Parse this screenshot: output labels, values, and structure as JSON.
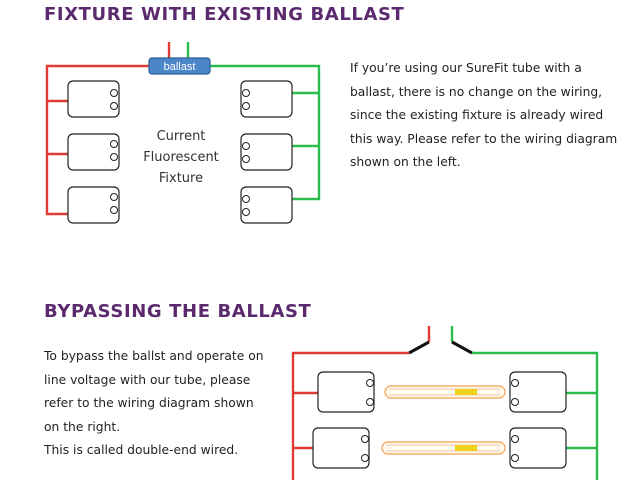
{
  "section_fixture": {
    "title": "FIXTURE WITH EXISTING BALLAST",
    "description": "If you’re using our SureFit tube with a ballast, there is no change on the wiring, since the existing fixture is already wired this way. Please refer to the wiring diagram shown on the left.",
    "diagram": {
      "ballast_label": "ballast",
      "fixture_label_lines": [
        "Current",
        "Fluorescent",
        "Fixture"
      ]
    }
  },
  "section_bypass": {
    "title": "BYPASSING THE BALLAST",
    "description_lines": [
      "To bypass the ballst and operate on",
      "line voltage with our tube, please",
      "refer to the wiring diagram shown",
      "on the right.",
      "This is called double-end wired."
    ]
  },
  "colors": {
    "heading": "#5b2a6e",
    "hot_wire": "#e03a36",
    "neutral_wire": "#2dbb4e",
    "ballast_fill": "#4a86c8"
  }
}
